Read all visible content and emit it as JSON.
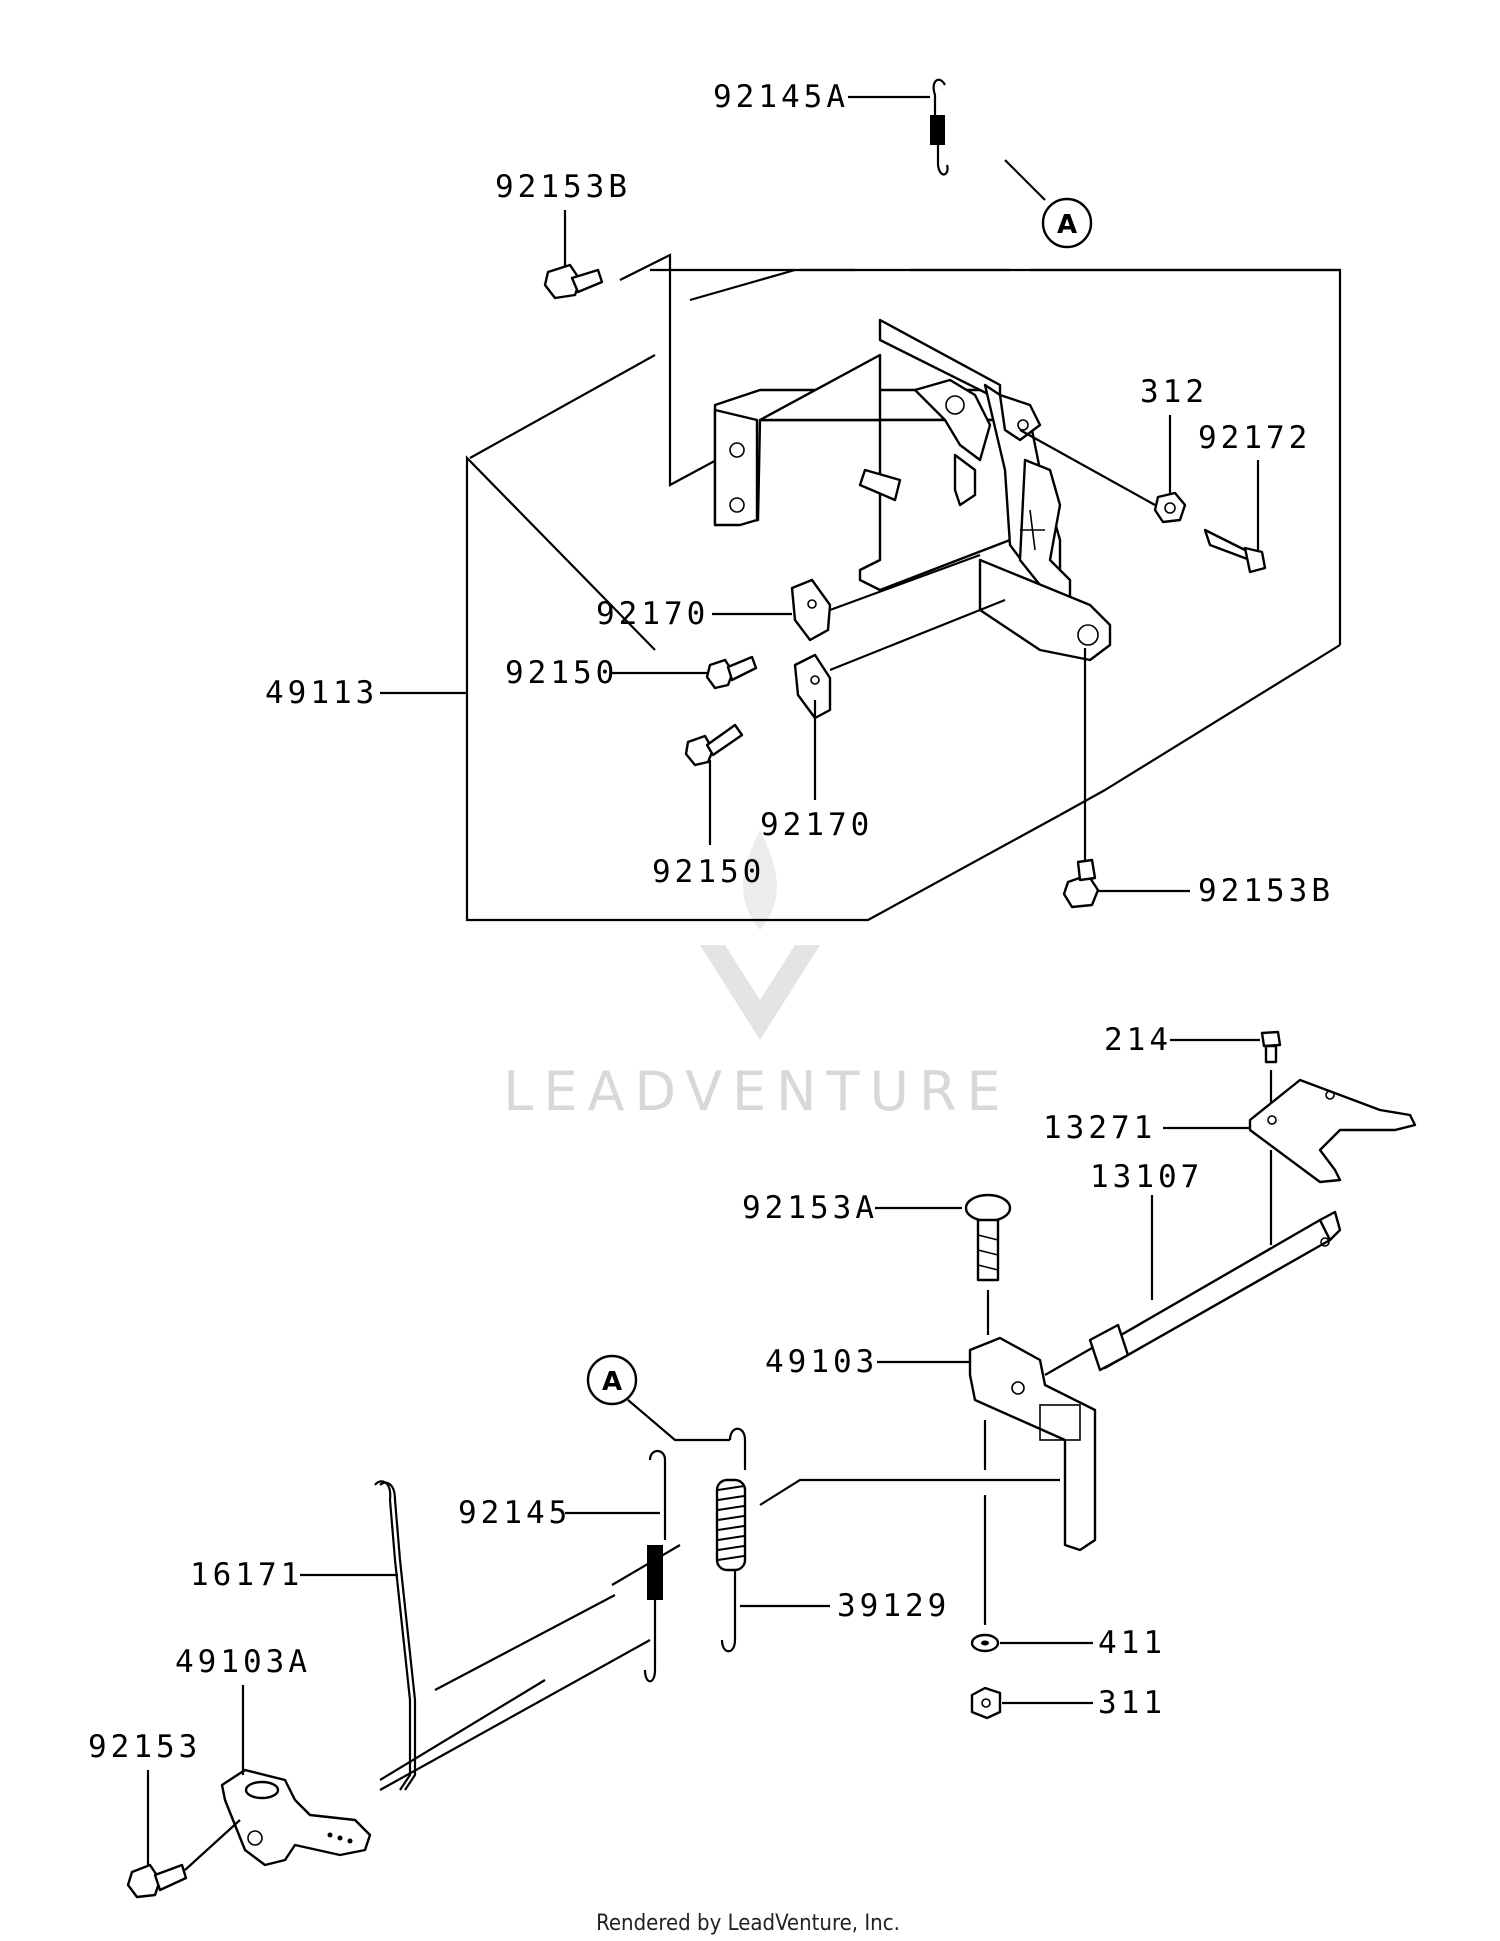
{
  "labels": {
    "p92145A": "92145A",
    "p92153B_top": "92153B",
    "p312": "312",
    "p92172": "92172",
    "p92170_a": "92170",
    "p92150_a": "92150",
    "p49113": "49113",
    "p92170_b": "92170",
    "p92150_b": "92150",
    "p92153B_bottom": "92153B",
    "p214": "214",
    "p13271": "13271",
    "p92153A": "92153A",
    "p13107": "13107",
    "p49103": "49103",
    "p92145": "92145",
    "p16171": "16171",
    "p39129": "39129",
    "p49103A": "49103A",
    "p92153": "92153",
    "p411": "411",
    "p311": "311"
  },
  "callouts": {
    "top": "A",
    "bottom": "A"
  },
  "watermark": "LEADVENTURE",
  "footer": "Rendered by LeadVenture, Inc."
}
